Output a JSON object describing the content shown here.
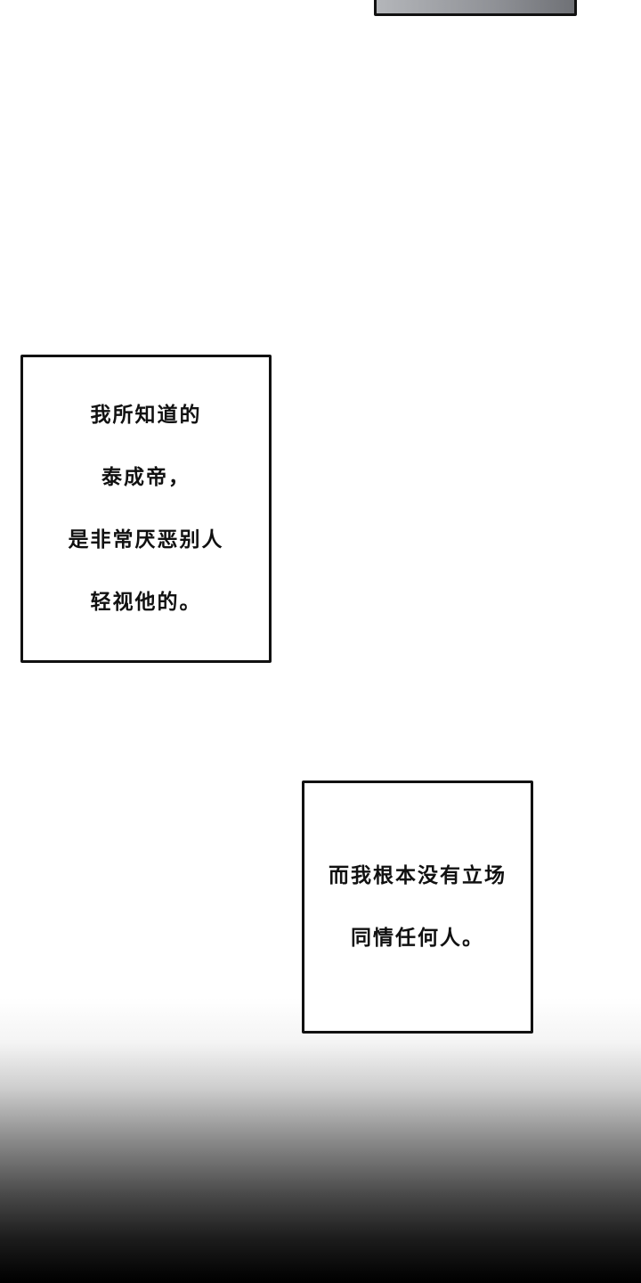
{
  "panels": {
    "top_panel": {
      "color_left": "#b4b6ba",
      "color_right": "#6f7176"
    }
  },
  "captions": [
    {
      "lines": [
        "我所知道的",
        "泰成帝，",
        "是非常厌恶别人",
        "轻视他的。"
      ]
    },
    {
      "lines": [
        "而我根本没有立场",
        "同情任何人。"
      ]
    }
  ],
  "background": {
    "top": "#ffffff",
    "bottom": "#000000"
  }
}
